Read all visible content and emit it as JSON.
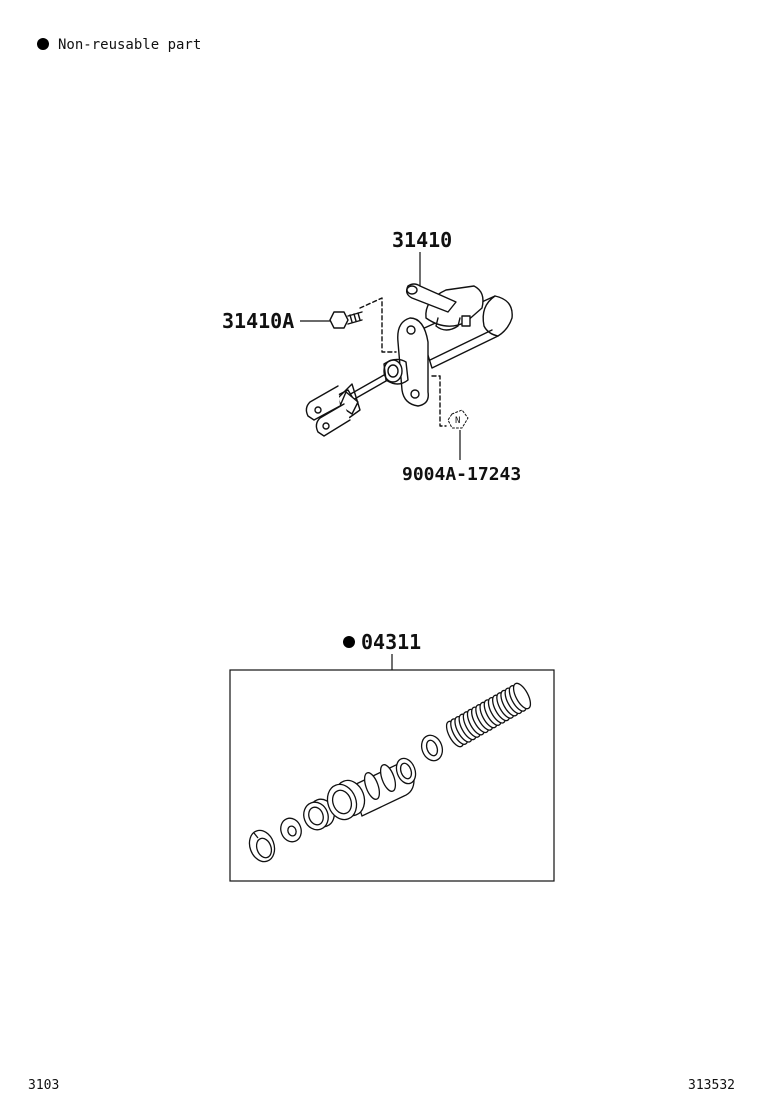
{
  "legend": {
    "bullet_color": "#000000",
    "text": "Non-reusable part"
  },
  "parts": {
    "master_cylinder": "31410",
    "bolt": "31410A",
    "nut": "9004A-17243",
    "nut_marker": "N",
    "kit": "04311",
    "kit_marker_color": "#000000"
  },
  "footer": {
    "left_code": "3103",
    "right_code": "313532"
  }
}
